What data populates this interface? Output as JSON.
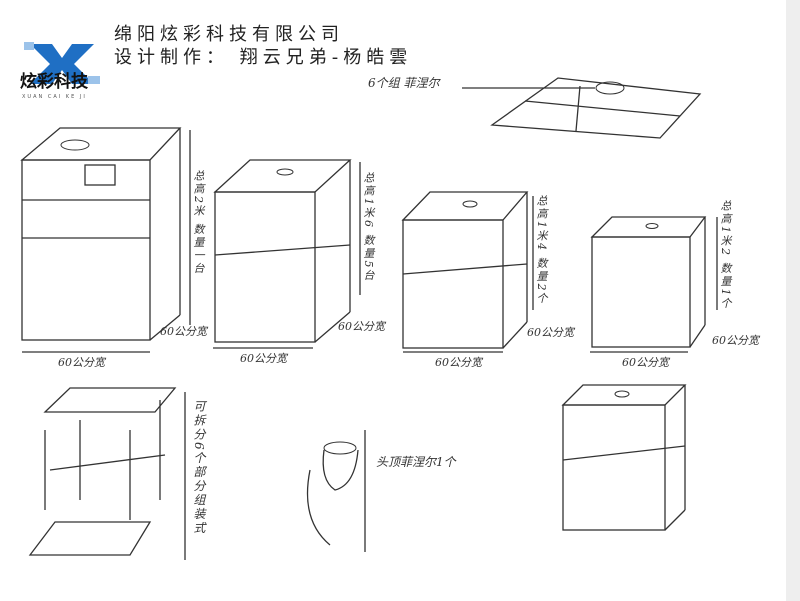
{
  "logo": {
    "name": "炫彩科技",
    "sub": "XUAN CAI KE JI",
    "colors": {
      "blue": "#1f6fc4"
    }
  },
  "header": {
    "company": "绵阳炫彩科技有限公司",
    "credit": "设计制作： 翔云兄弟-杨皓雲"
  },
  "notes": {
    "top_panel": "6个组 菲涅尔",
    "unit1_height": "总高2米 数量一台",
    "unit2_height": "总高1米6 数量5台",
    "unit3_height": "总高1米4 数量2个",
    "unit4_height": "总高1米2 数量1个",
    "width": "60公分宽",
    "depth": "60公分宽",
    "disassembly": "可拆分6个部分组装式",
    "fresnel": "头顶菲涅尔1个"
  }
}
